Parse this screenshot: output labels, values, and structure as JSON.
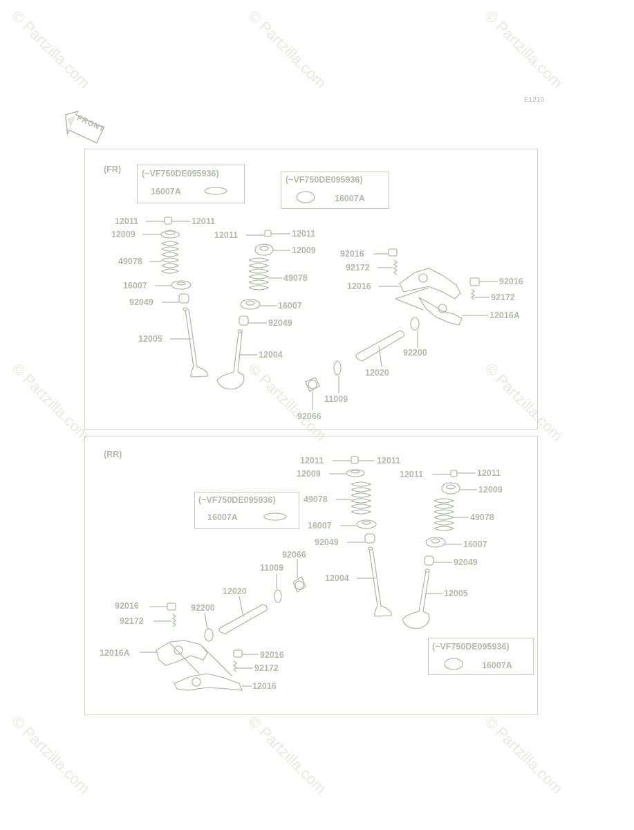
{
  "diagram_code": "E1210",
  "front_label": "FRONT",
  "watermark": "© Partzilla.com",
  "sections": {
    "fr": {
      "title": "(FR)"
    },
    "rr": {
      "title": "(RR)"
    }
  },
  "notes": {
    "note1": {
      "header": "(~VF750DE095936)",
      "part": "16007A"
    },
    "note2": {
      "header": "(~VF750DE095936)",
      "part": "16007A"
    },
    "note3": {
      "header": "(~VF750DE095936)",
      "part": "16007A"
    },
    "note4": {
      "header": "(~VF750DE095936)",
      "part": "16007A"
    }
  },
  "labels": {
    "fr_12011_a": "12011",
    "fr_12011_b": "12011",
    "fr_12009_a": "12009",
    "fr_49078_a": "49078",
    "fr_16007_a": "16007",
    "fr_92049_a": "92049",
    "fr_12005": "12005",
    "fr_12011_c": "12011",
    "fr_12011_d": "12011",
    "fr_12009_b": "12009",
    "fr_49078_b": "49078",
    "fr_16007_b": "16007",
    "fr_92049_b": "92049",
    "fr_12004": "12004",
    "fr_92016_a": "92016",
    "fr_92172_a": "92172",
    "fr_12016": "12016",
    "fr_92016_b": "92016",
    "fr_92172_b": "92172",
    "fr_12016A": "12016A",
    "fr_92200": "92200",
    "fr_12020": "12020",
    "fr_11009": "11009",
    "fr_92066": "92066",
    "rr_12011_a": "12011",
    "rr_12011_b": "12011",
    "rr_12009_a": "12009",
    "rr_49078_a": "49078",
    "rr_16007_a": "16007",
    "rr_92049_a": "92049",
    "rr_12004": "12004",
    "rr_12011_c": "12011",
    "rr_12011_d": "12011",
    "rr_12009_b": "12009",
    "rr_49078_b": "49078",
    "rr_16007_b": "16007",
    "rr_92049_b": "92049",
    "rr_12005": "12005",
    "rr_92066": "92066",
    "rr_11009": "11009",
    "rr_12020": "12020",
    "rr_92200": "92200",
    "rr_92016_a": "92016",
    "rr_92172_a": "92172",
    "rr_12016A": "12016A",
    "rr_92016_b": "92016",
    "rr_92172_b": "92172",
    "rr_12016": "12016"
  },
  "colors": {
    "line": "#b0bca8",
    "panel_border": "#cbd5c6",
    "watermark": "#e3ece0"
  }
}
